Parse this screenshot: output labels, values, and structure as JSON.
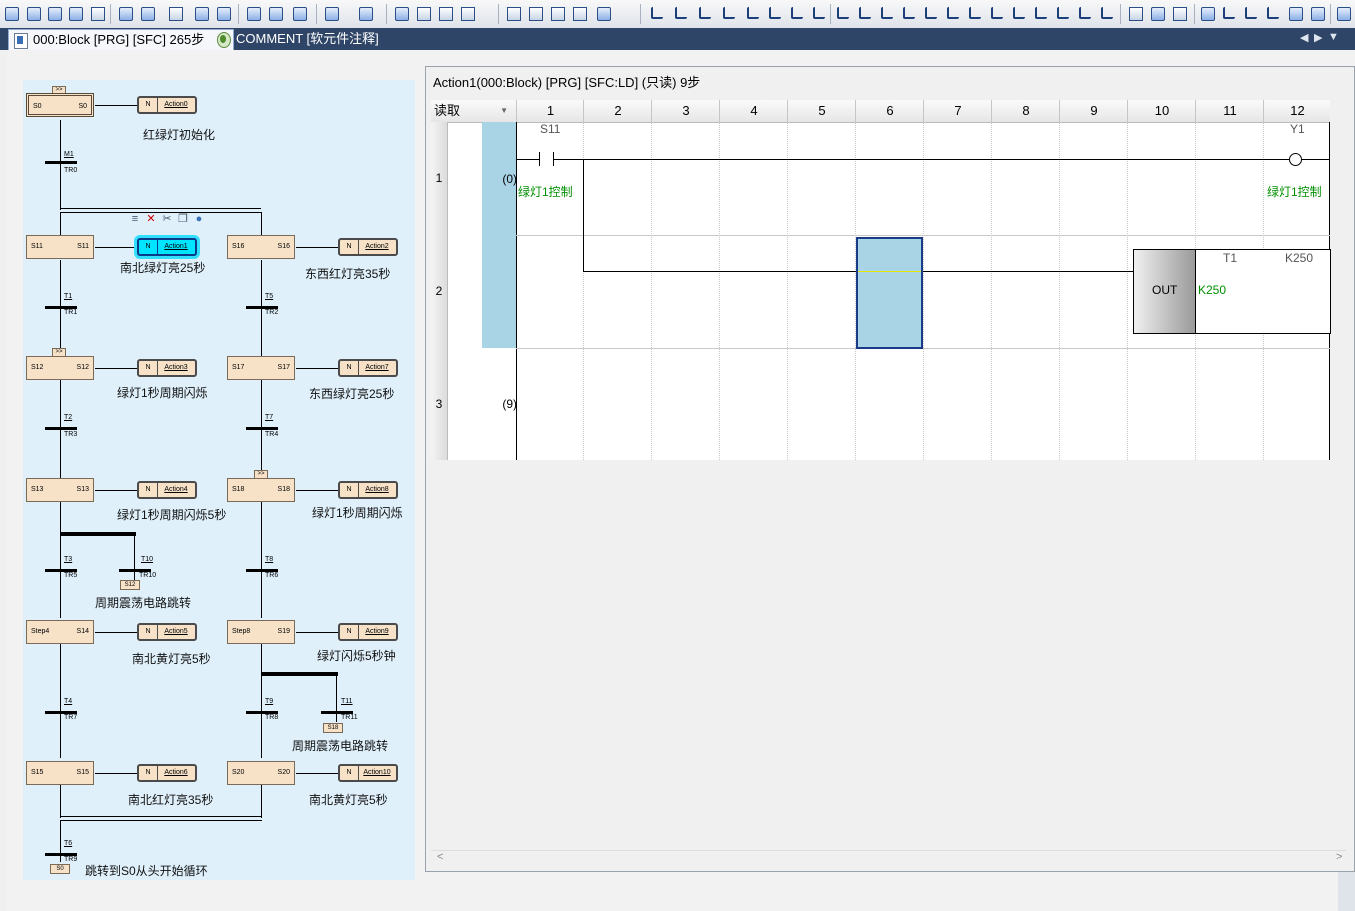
{
  "tabs": [
    {
      "label": "000:Block [PRG] [SFC] 265步",
      "close": "✕",
      "active": true
    },
    {
      "label": "COMMENT [软元件注释]",
      "active": false
    }
  ],
  "tab_nav": {
    "left": "◀",
    "right": "▶",
    "menu": "▼"
  },
  "sfc": {
    "steps": [
      {
        "left": "S0",
        "right": "S0"
      },
      {
        "left": "S11",
        "right": "S11"
      },
      {
        "left": "S16",
        "right": "S16"
      },
      {
        "left": "S12",
        "right": "S12"
      },
      {
        "left": "S17",
        "right": "S17"
      },
      {
        "left": "S13",
        "right": "S13"
      },
      {
        "left": "S18",
        "right": "S18"
      },
      {
        "left": "Step4",
        "right": "S14"
      },
      {
        "left": "Step8",
        "right": "S19"
      },
      {
        "left": "S15",
        "right": "S15"
      },
      {
        "left": "S20",
        "right": "S20"
      }
    ],
    "actions": [
      {
        "n": "N",
        "name": "Action0"
      },
      {
        "n": "N",
        "name": "Action1"
      },
      {
        "n": "N",
        "name": "Action2"
      },
      {
        "n": "N",
        "name": "Action3"
      },
      {
        "n": "N",
        "name": "Action7"
      },
      {
        "n": "N",
        "name": "Action4"
      },
      {
        "n": "N",
        "name": "Action8"
      },
      {
        "n": "N",
        "name": "Action5"
      },
      {
        "n": "N",
        "name": "Action9"
      },
      {
        "n": "N",
        "name": "Action6"
      },
      {
        "n": "N",
        "name": "Action10"
      }
    ],
    "comments": [
      "红绿灯初始化",
      "南北绿灯亮25秒",
      "东西红灯亮35秒",
      "绿灯1秒周期闪烁",
      "东西绿灯亮25秒",
      "绿灯1秒周期闪烁5秒",
      "绿灯1秒周期闪烁",
      "周期震荡电路跳转",
      "南北黄灯亮5秒",
      "绿灯闪烁5秒钟",
      "周期震荡电路跳转",
      "南北红灯亮35秒",
      "南北黄灯亮5秒",
      "跳转到S0从头开始循环"
    ],
    "transitions": [
      {
        "t": "M1",
        "tr": "TR0"
      },
      {
        "t": "T1",
        "tr": "TR1"
      },
      {
        "t": "T5",
        "tr": "TR2"
      },
      {
        "t": "T2",
        "tr": "TR3"
      },
      {
        "t": "T7",
        "tr": "TR4"
      },
      {
        "t": "T3",
        "tr": "TR5"
      },
      {
        "t": "T10",
        "tr": "TR10"
      },
      {
        "t": "T8",
        "tr": "TR6"
      },
      {
        "t": "T4",
        "tr": "TR7"
      },
      {
        "t": "T9",
        "tr": "TR8"
      },
      {
        "t": "T11",
        "tr": "TR11"
      },
      {
        "t": "T6",
        "tr": "TR9"
      }
    ],
    "jumps": [
      "S12",
      "S18",
      "S0"
    ],
    "markers": [
      ">>",
      ">>",
      ">>"
    ]
  },
  "ld": {
    "title": "Action1(000:Block) [PRG] [SFC:LD] (只读) 9步",
    "corner": "读取",
    "columns": [
      "1",
      "2",
      "3",
      "4",
      "5",
      "6",
      "7",
      "8",
      "9",
      "10",
      "11",
      "12"
    ],
    "rows": [
      {
        "num": "1",
        "step": "(0)"
      },
      {
        "num": "2",
        "step": ""
      },
      {
        "num": "3",
        "step": "(9)"
      }
    ],
    "contact_device": "S11",
    "contact_comment": "绿灯1控制",
    "coil_device": "Y1",
    "coil_comment": "绿灯1控制",
    "out_label": "OUT",
    "out_device": "T1",
    "out_setting": "K250",
    "out_setting_green": "K250"
  },
  "scroll": {
    "left": "<",
    "right": ">"
  }
}
